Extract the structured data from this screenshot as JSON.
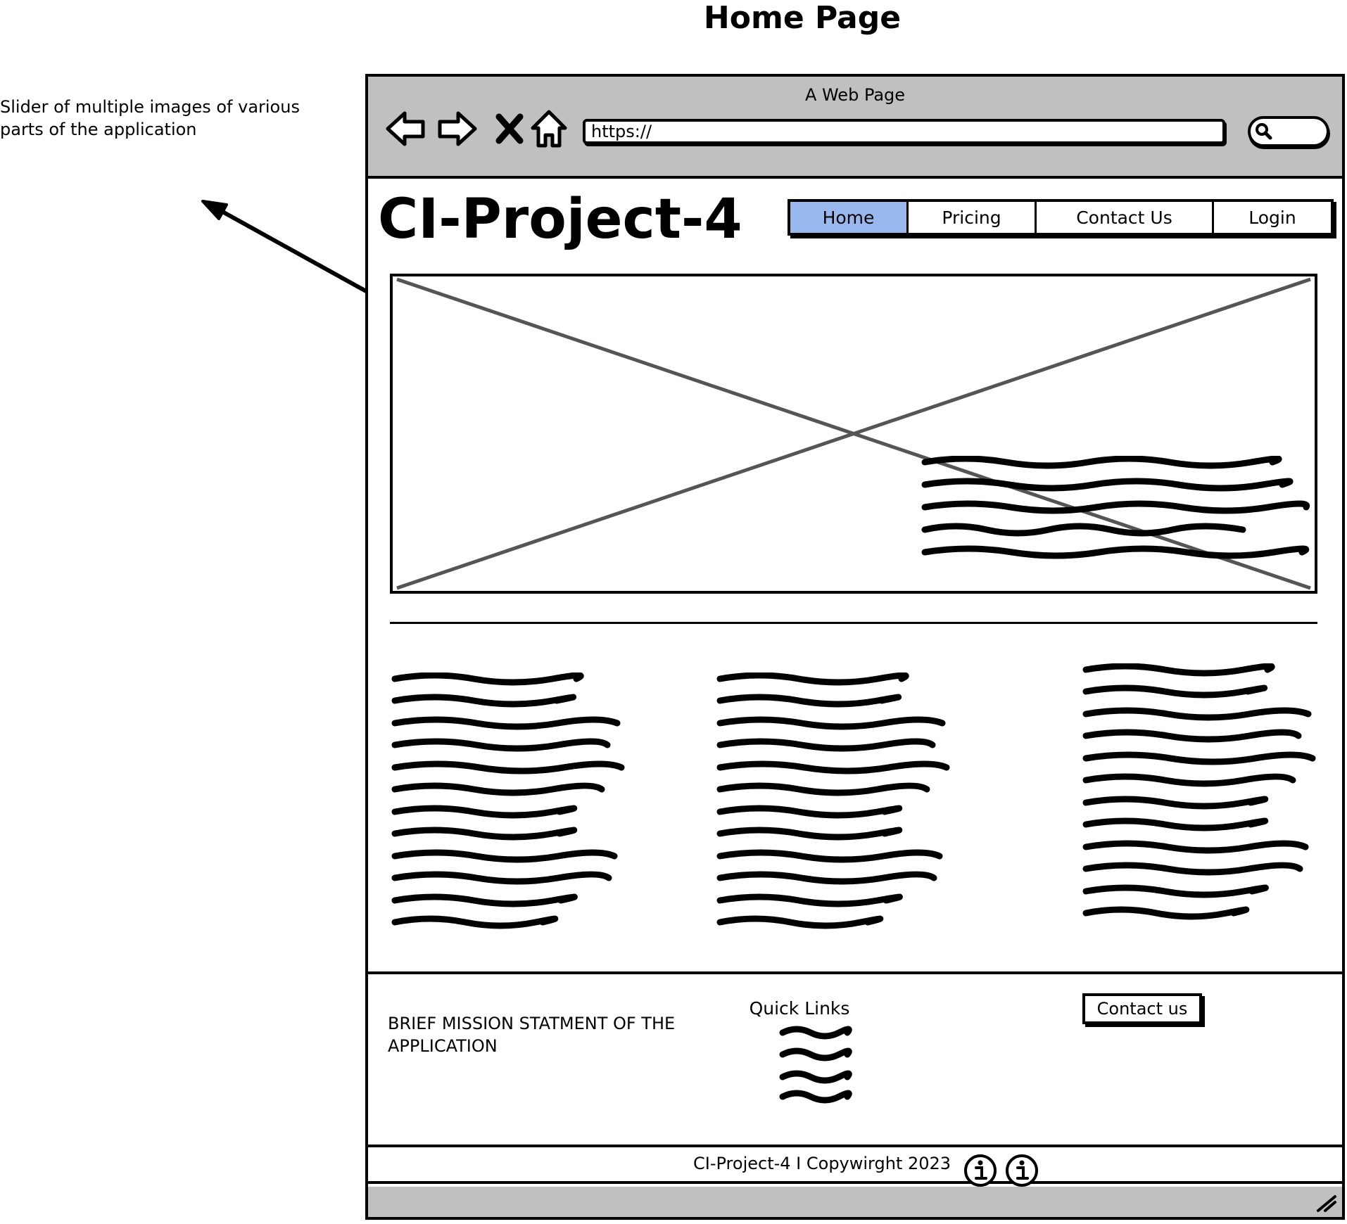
{
  "page_title": "Home Page",
  "annotation": "Slider of multiple images of various parts of the application",
  "browser": {
    "window_title": "A Web Page",
    "address_value": "https://"
  },
  "site": {
    "brand": "CI-Project-4",
    "nav": [
      {
        "label": "Home",
        "active": true
      },
      {
        "label": "Pricing",
        "active": false
      },
      {
        "label": "Contact Us",
        "active": false
      },
      {
        "label": "Login",
        "active": false
      }
    ]
  },
  "footer": {
    "mission": "BRIEF MISSION STATMENT OF THE APPLICATION",
    "quick_links_title": "Quick Links",
    "contact_button": "Contact us",
    "copyright": "CI-Project-4 I Copywirght 2023"
  },
  "colors": {
    "active_tab": "#99b9ee",
    "chrome": "#c0c0c0"
  },
  "icons": [
    "back-arrow-icon",
    "forward-arrow-icon",
    "stop-icon",
    "home-icon",
    "search-icon",
    "info-icon",
    "resize-grip-icon"
  ]
}
